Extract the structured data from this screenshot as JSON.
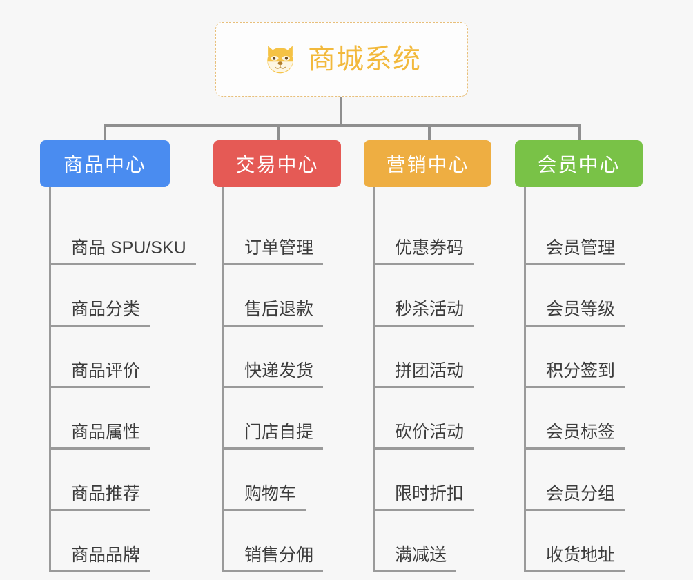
{
  "root": {
    "title": "商城系统",
    "icon": "shiba-dog-face-icon",
    "accent_color": "#f2b93c",
    "border_color": "#e8bf7a"
  },
  "connector_color": "#8f8f8f",
  "columns": [
    {
      "id": "product-center",
      "label": "商品中心",
      "color": "#4a8cf0",
      "items": [
        "商品 SPU/SKU",
        "商品分类",
        "商品评价",
        "商品属性",
        "商品推荐",
        "商品品牌"
      ]
    },
    {
      "id": "trade-center",
      "label": "交易中心",
      "color": "#e55a55",
      "items": [
        "订单管理",
        "售后退款",
        "快递发货",
        "门店自提",
        "购物车",
        "销售分佣"
      ]
    },
    {
      "id": "marketing-center",
      "label": "营销中心",
      "color": "#eeae42",
      "items": [
        "优惠券码",
        "秒杀活动",
        "拼团活动",
        "砍价活动",
        "限时折扣",
        "满减送"
      ]
    },
    {
      "id": "member-center",
      "label": "会员中心",
      "color": "#79c247",
      "items": [
        "会员管理",
        "会员等级",
        "积分签到",
        "会员标签",
        "会员分组",
        "收货地址"
      ]
    }
  ]
}
